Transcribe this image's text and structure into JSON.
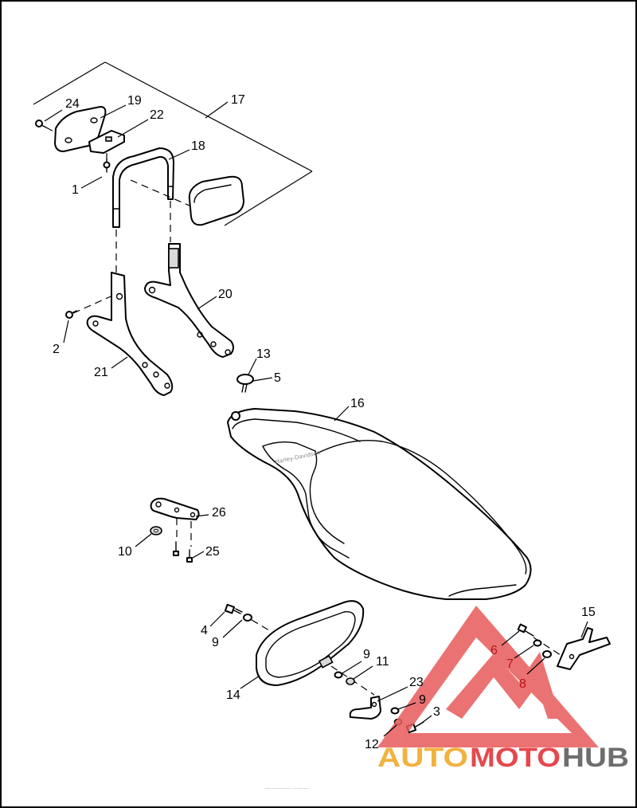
{
  "callouts": {
    "c1": "1",
    "c2": "2",
    "c3": "3",
    "c4": "4",
    "c5": "5",
    "c6": "6",
    "c7": "7",
    "c8": "8",
    "c9a": "9",
    "c9b": "9",
    "c9c": "9",
    "c10": "10",
    "c11": "11",
    "c12": "12",
    "c13": "13",
    "c14": "14",
    "c15": "15",
    "c16": "16",
    "c17": "17",
    "c18": "18",
    "c19": "19",
    "c20": "20",
    "c21": "21",
    "c22": "22",
    "c23": "23",
    "c24": "24",
    "c25": "25",
    "c26": "26"
  },
  "watermark": {
    "part1": "AUTO",
    "part2": "MOTO",
    "part3": "HUB",
    "color_auto": "#f2b240",
    "color_moto": "#e5484d",
    "color_hub": "#6e6e6e",
    "logo_color": "#e85a5a"
  },
  "seat_logo_text": "Harley-Davidson",
  "footer_text": "............... ........."
}
